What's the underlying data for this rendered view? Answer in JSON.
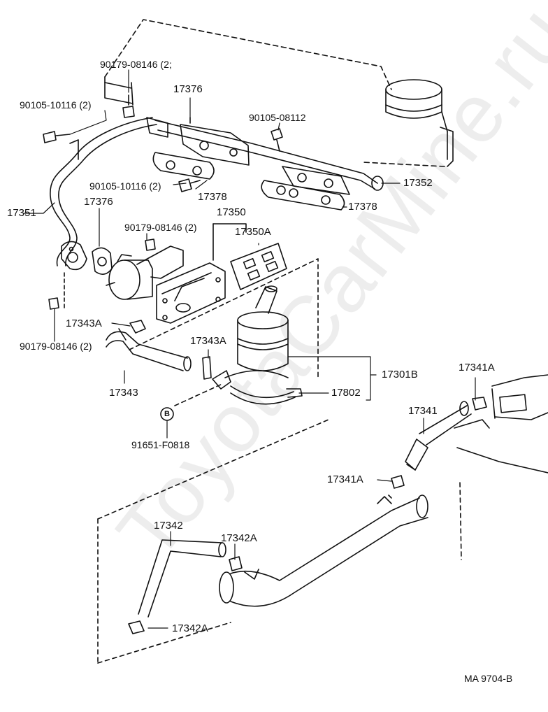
{
  "labels": {
    "p90179_08146_top": "90179-08146 (2;",
    "p90105_10116_top": "90105-10116 (2)",
    "p17376_top": "17376",
    "p90105_08112": "90105-08112",
    "p90105_10116_mid": "90105-10116 (2)",
    "p17378_left": "17378",
    "p17352": "17352",
    "p17378_right": "17378",
    "p17351": "17351",
    "p17376_mid": "17376",
    "p17350": "17350",
    "p90179_08146_mid": "90179-08146 (2)",
    "p17350A": "17350A",
    "p17343A_left": "17343A",
    "p90179_08146_bottom": "90179-08146 (2)",
    "p17343A_mid": "17343A",
    "p17301B": "17301B",
    "p17343": "17343",
    "p17802": "17802",
    "p17341A_top": "17341A",
    "p17341": "17341",
    "circle_b": "B",
    "p91651_F0818": "91651-F0818",
    "p17341A_mid": "17341A",
    "p17342": "17342",
    "p17342A_mid": "17342A",
    "p17342A_bottom": "17342A",
    "ref_code": "MA 9704-B"
  },
  "watermark": "ToyotaCarMine.ru"
}
